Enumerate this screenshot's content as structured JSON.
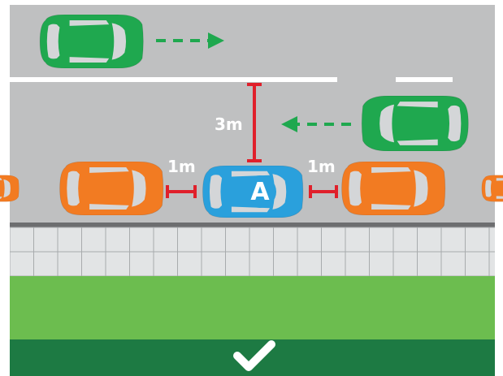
{
  "colors": {
    "road": "#bfc0c1",
    "lane_line": "#ffffff",
    "curb": "#6d6e70",
    "sidewalk": "#e2e4e5",
    "sidewalk_grid": "#a8abad",
    "grass": "#6cbd4f",
    "bottom_bar": "#1d7a43",
    "parked_car": "#f27b22",
    "moving_car": "#1fa84f",
    "subject_car": "#2aa0dc",
    "window": "#d4d6d8",
    "arrow_green": "#1fa84f",
    "measure_red": "#e0202b",
    "check": "#ffffff"
  },
  "labels": {
    "subject_car": "A",
    "gap_front": "1m",
    "gap_rear": "1m",
    "lane_distance": "3m"
  },
  "icons": {
    "result": "checkmark-icon"
  }
}
